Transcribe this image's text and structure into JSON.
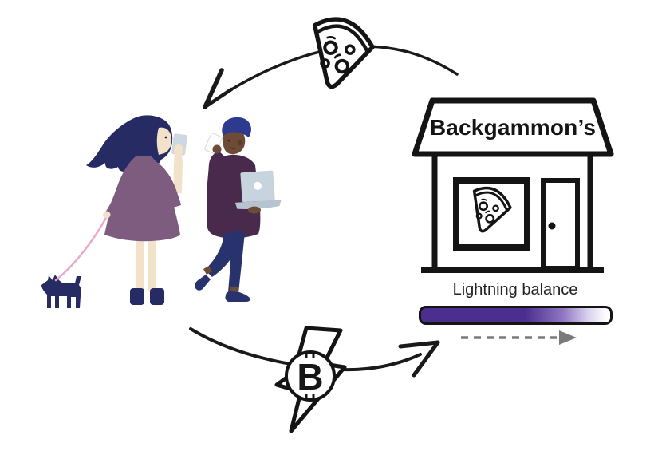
{
  "scene": {
    "store": {
      "name": "Backgammon’s",
      "sign_icon": "pizza-icon",
      "door": "door-with-knob"
    },
    "balance": {
      "label": "Lightning balance",
      "fill_percent": 60,
      "direction": "dashed-arrow-pointing-right"
    },
    "payment": {
      "currency_letter": "B",
      "icon": "bitcoin-lightning-icon",
      "direction": "customers-to-store"
    },
    "goods": {
      "icon": "pizza-icon",
      "direction": "store-to-customers"
    },
    "customers": {
      "icon": "woman-with-dog-and-man-with-laptop-illustration"
    }
  },
  "colors": {
    "outline_black": "#141414",
    "balance_purple": "#4b2e8d",
    "dashed_arrow_gray": "#7a7a7a",
    "navy_ink": "#262b63",
    "dress_mauve": "#7d5c80",
    "sweater_plum": "#4a2a4c",
    "beanie_blue": "#2c3b8f",
    "pants_navy": "#28336e",
    "laptop_gray": "#c7d4dd",
    "leash_pink": "#e8aacb",
    "skin_light": "#f2e2c9",
    "skin_dark": "#6e4b36"
  }
}
